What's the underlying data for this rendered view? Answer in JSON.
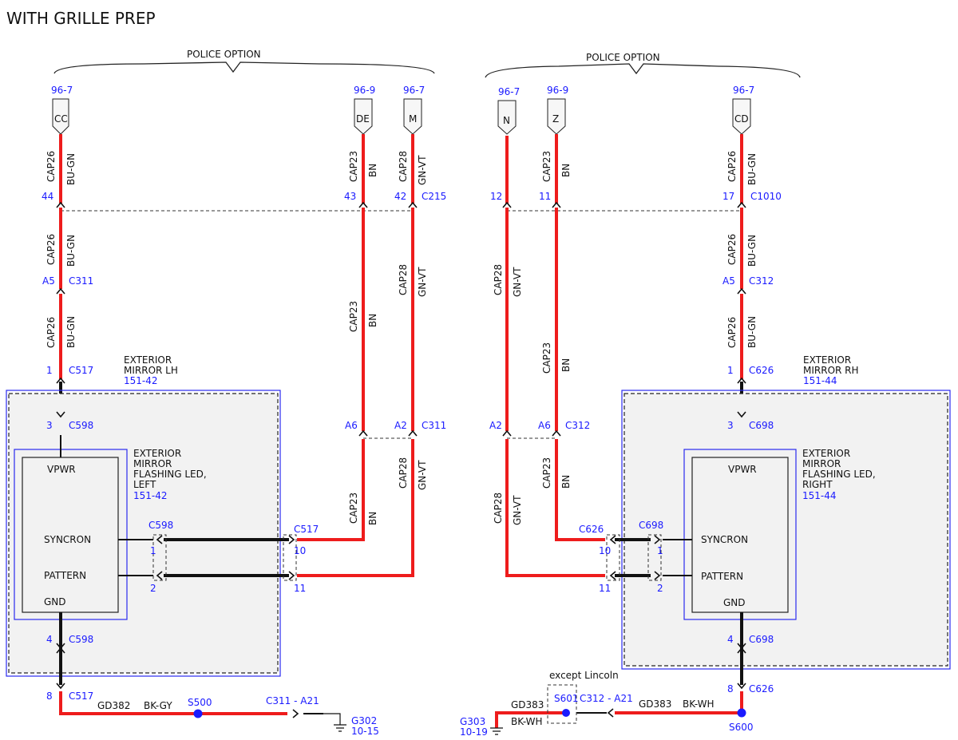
{
  "title": "WITH GRILLE PREP",
  "brace_labels": {
    "left": "POLICE OPTION",
    "right": "POLICE OPTION"
  },
  "tags": {
    "cc": {
      "ref": "96-7",
      "label": "CC"
    },
    "de": {
      "ref": "96-9",
      "label": "DE"
    },
    "m": {
      "ref": "96-7",
      "label": "M"
    },
    "n": {
      "ref": "96-7",
      "label": "N"
    },
    "z": {
      "ref": "96-9",
      "label": "Z"
    },
    "cd": {
      "ref": "96-7",
      "label": "CD"
    }
  },
  "wire_labels": {
    "cap26": "CAP26",
    "bu_gn": "BU-GN",
    "cap23": "CAP23",
    "bn": "BN",
    "cap28": "CAP28",
    "gn_vt": "GN-VT"
  },
  "pins": {
    "p44": "44",
    "p43": "43",
    "p42": "42",
    "c215": "C215",
    "p12": "12",
    "p11": "11",
    "p17": "17",
    "c1010": "C1010",
    "a5": "A5",
    "c311": "C311",
    "c312": "C312",
    "one": "1",
    "two": "2",
    "three": "3",
    "four": "4",
    "eight": "8",
    "ten": "10",
    "eleven": "11",
    "a6": "A6",
    "a2": "A2",
    "c517": "C517",
    "c598": "C598",
    "c626": "C626",
    "c698": "C698"
  },
  "left_module": {
    "name_line1": "EXTERIOR",
    "name_line2": "MIRROR LH",
    "ref": "151-42",
    "sub_line1": "EXTERIOR",
    "sub_line2": "MIRROR",
    "sub_line3": "FLASHING LED,",
    "sub_line4": "LEFT",
    "sub_ref": "151-42",
    "vpwr": "VPWR",
    "syncron": "SYNCRON",
    "pattern": "PATTERN",
    "gnd": "GND"
  },
  "right_module": {
    "name_line1": "EXTERIOR",
    "name_line2": "MIRROR RH",
    "ref": "151-44",
    "sub_line1": "EXTERIOR",
    "sub_line2": "MIRROR",
    "sub_line3": "FLASHING LED,",
    "sub_line4": "RIGHT",
    "sub_ref": "151-44",
    "vpwr": "VPWR",
    "syncron": "SYNCRON",
    "pattern": "PATTERN",
    "gnd": "GND"
  },
  "ground_left": {
    "circuit": "GD382",
    "color": "BK-GY",
    "splice": "S500",
    "connector": "C311 - A21",
    "ground": "G302",
    "ground_ref": "10-15"
  },
  "ground_right": {
    "circuit": "GD383",
    "color": "BK-WH",
    "splice": "S600",
    "connector": "C312 - A21",
    "ground": "G303",
    "ground_ref": "10-19",
    "option_splice": "S601",
    "option_note": "except Lincoln",
    "option_circuit": "GD383",
    "option_color": "BK-WH"
  },
  "colors": {
    "wire": "#ee1c1c",
    "splice": "#1a1aff",
    "text_blue": "#1a1aff"
  }
}
